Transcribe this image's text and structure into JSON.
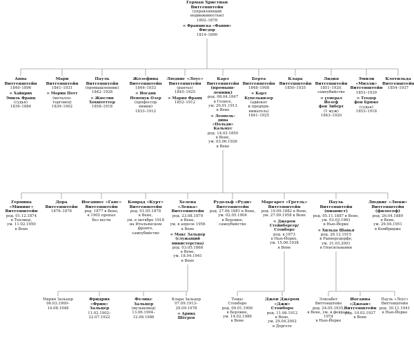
{
  "people": {
    "root": {
      "name": [
        "Герман Христиан",
        "Витгенштейн"
      ],
      "lines": [
        "(управляющий",
        "недвижимостью)",
        "1802–1878"
      ],
      "spouse": [
        "∞ Франциска «Фанни»",
        "Фигдор"
      ],
      "spouse_lines": [
        "1814–1890"
      ]
    },
    "anna": {
      "name": [
        "Анна",
        "Витгенштейн"
      ],
      "lines": [
        "1840–1896"
      ],
      "spouse": [
        "∞ Хайнрих",
        "Эмиль Франц"
      ],
      "spouse_lines": [
        "(судья)",
        "1839–1884"
      ]
    },
    "mari": {
      "name": [
        "Мари",
        "Витгенштейн"
      ],
      "lines": [
        "1841–1931"
      ],
      "spouse": [
        "∞ Мориц Потт"
      ],
      "spouse_lines": [
        "(металло-",
        "торговец)",
        "1839–1902"
      ]
    },
    "paul1": {
      "name": [
        "Пауль",
        "Витгенштейн"
      ],
      "lines": [
        "(промышленник)",
        "1842–1928"
      ],
      "spouse": [
        "∞ Жюстин",
        "Хохштеттер"
      ],
      "spouse_lines": [
        "1858–1918"
      ]
    },
    "josefina": {
      "name": [
        "Жозефина",
        "Витгенштейн"
      ],
      "lines": [
        "1844–1933"
      ],
      "spouse": [
        "∞ Иоганн",
        "Непомук Озер"
      ],
      "spouse_lines": [
        "(профессор",
        "химии)",
        "1833–1912"
      ]
    },
    "ludwig1": {
      "name": [
        "Людвиг «Лоус»",
        "Витгенштейн"
      ],
      "lines": [
        "(рантье)",
        "1845–1925"
      ],
      "spouse": [
        "∞ Мария Франц"
      ],
      "spouse_lines": [
        "1852–1912"
      ]
    },
    "karl": {
      "name": [
        "Карл",
        "Витгенштейн",
        "(промыш-",
        "ленник)"
      ],
      "lines": [
        "род. 08.04.1847",
        "в Голисе,",
        "ум. 20.01.1913",
        "в Вене"
      ],
      "spouse": [
        "∞ Леополь-",
        "дина",
        "«Польди»",
        "Кальмус"
      ],
      "spouse_lines": [
        "род. 14.03.1850",
        "в Вене,",
        "ум. 03.06.1926",
        "в Вене"
      ]
    },
    "berta": {
      "name": [
        "Берта",
        "Витгенштейн"
      ],
      "lines": [
        "1848–1908"
      ],
      "spouse": [
        "∞ Карл",
        "Купельвизер"
      ],
      "spouse_lines": [
        "(адвокат",
        "и предпри-",
        "ниматель)",
        "1841–1925"
      ]
    },
    "klara1": {
      "name": [
        "Клара",
        "Витгенштейн"
      ],
      "lines": [
        "1850–1935"
      ],
      "spouse": [],
      "spouse_lines": []
    },
    "lidia": {
      "name": [
        "Лидия",
        "Витгенштейн"
      ],
      "lines": [
        "1851–1920,",
        "самоубийство"
      ],
      "spouse": [
        "∞ генерал",
        "Йозеф",
        "фон Зиберт"
      ],
      "spouse_lines": [
        "(1 муж)",
        "1843–1920"
      ]
    },
    "emilie": {
      "name": [
        "Эмили",
        "«Милли»",
        "Витгенштейн"
      ],
      "lines": [
        "1853–1939"
      ],
      "spouse": [
        "∞ Теодор",
        "фон Брюке"
      ],
      "spouse_lines": [
        "(судья)",
        "1853–1918"
      ]
    },
    "klotilda": {
      "name": [
        "Клотильда",
        "Витгенштейн"
      ],
      "lines": [
        "1854–1937"
      ],
      "spouse": [],
      "spouse_lines": []
    },
    "hermine": {
      "name": [
        "Гермина",
        "«Мининг»",
        "Витгенштейн"
      ],
      "lines": [
        "род. 01.12.1874",
        "в Теплице,",
        "ум. 11.02.1950",
        "в Вене"
      ],
      "spouse": [],
      "spouse_lines": []
    },
    "dora": {
      "name": [
        "Дора",
        "Витгенштейн"
      ],
      "lines": [
        "1876–1876"
      ],
      "spouse": [],
      "spouse_lines": []
    },
    "hans": {
      "name": [
        "Иоганнес «Ганс»",
        "Витгенштейн"
      ],
      "lines": [
        "род. 1877 в Вене,",
        "в 1902 пропал",
        "без вести"
      ],
      "spouse": [],
      "spouse_lines": []
    },
    "kurt": {
      "name": [
        "Конрад «Курт»",
        "Витгенштейн"
      ],
      "lines": [
        "род. 01.05.1878",
        "в Вене,",
        "ум. в октябре 1918",
        "на Итальянском",
        "фронте,",
        "самоубийство"
      ],
      "spouse": [],
      "spouse_lines": []
    },
    "helena": {
      "name": [
        "Хелена",
        "«Ленка»",
        "Витгенштейн"
      ],
      "lines": [
        "род. 23.08.1879",
        "в Вене,",
        "ум. в апреле 1956",
        "в Вене"
      ],
      "spouse": [
        "∞ Макс Зальцер",
        "(служащий",
        "министерства)"
      ],
      "spouse_lines": [
        "род. 03.05.1868",
        "в Вене,",
        "ум. 18.04.1941",
        "в Вене"
      ]
    },
    "rudolf": {
      "name": [
        "Рудольф «Руди»",
        "Витгенштейн"
      ],
      "lines": [
        "род. 27.06.1881 в Вене,",
        "ум. 02.05.1904",
        "в Берлине,",
        "самоубийство"
      ],
      "spouse": [],
      "spouse_lines": []
    },
    "margaret": {
      "name": [
        "Маргарет «Гретль»",
        "Витгенштейн"
      ],
      "lines": [
        "род. 19.09.1882 в Вене,",
        "ум. 27.09.1958 в Вене"
      ],
      "spouse": [
        "∞ Джером",
        "Стейнбергер/",
        "Стонборо"
      ],
      "spouse_lines": [
        "род. в 1873",
        "в Нью-Йорке,",
        "ум. 15.06.1938",
        "в Вене"
      ]
    },
    "paul2": {
      "name": [
        "Пауль",
        "Витгенштейн",
        "(пианист)"
      ],
      "lines": [
        "род. 05.11.1887 в Вене,",
        "ум. 03.03.1961",
        "в Нью-Йорке"
      ],
      "spouse": [
        "∞ Хильда Шанья"
      ],
      "spouse_lines": [
        "род. 26.12.1915",
        "в Раннерсдорфе,",
        "ум. 31.03.2001",
        "в Пенсильвании"
      ]
    },
    "ludwig2": {
      "name": [
        "Людвиг «Люки»",
        "Витгенштейн",
        "(философ)"
      ],
      "lines": [
        "род. 26.04.1889",
        "в Вене,",
        "ум. 29.04.1951",
        "в Кембридже"
      ],
      "spouse": [],
      "spouse_lines": []
    },
    "maria_s": {
      "name": [],
      "lines": [
        "Мария Зальцер",
        "06.03.1900–",
        "14.08.1948"
      ],
      "spouse": [],
      "spouse_lines": []
    },
    "fritz": {
      "name": [
        "Фридрих",
        "«Фриц»",
        "Зальцер"
      ],
      "lines": [
        "11.02.1902–",
        "22.07.1922"
      ],
      "spouse": [],
      "spouse_lines": []
    },
    "felix": {
      "name": [
        "Феликс",
        "Зальцер"
      ],
      "lines": [
        "(музыковед)",
        "13.06.1904–",
        "12.08.1986"
      ],
      "spouse": [],
      "spouse_lines": []
    },
    "klara2": {
      "name": [],
      "lines": [
        "Клара Зальцер",
        "07.09.1913–",
        "29.09.1978"
      ],
      "spouse": [
        "∞ Арвид",
        "Шёгрен"
      ],
      "spouse_lines": []
    },
    "thomas": {
      "name": [],
      "lines": [
        "Томас",
        "Стонборо",
        "род. 09.01.1906",
        "в Берлине,",
        "ум. 14.02.1986",
        "в Вене"
      ],
      "spouse": [],
      "spouse_lines": []
    },
    "jerome": {
      "name": [
        "Джон Джером",
        "«Джи»",
        "Стонборо"
      ],
      "lines": [
        "род. 11.06.1912",
        "в Вене,",
        "ум. 29.04.2002",
        "в Доргете"
      ],
      "spouse": [],
      "spouse_lines": []
    },
    "elisabeth": {
      "name": [],
      "lines": [
        "Элизабет",
        "Витгенштейн",
        "род. 24.05.1935,",
        "в Вене, ум. в феврале 1974",
        "в Нью-Йорке"
      ],
      "spouse": [],
      "spouse_lines": []
    },
    "johanna": {
      "name": [
        "Иоганна",
        "«Джоан»",
        "Витгенштейн"
      ],
      "lines": [
        "род. 10.03.1937",
        "в Вене"
      ],
      "spouse": [],
      "spouse_lines": []
    },
    "paul3": {
      "name": [],
      "lines": [
        "Пауль «Лоус»",
        "Витгенштейн",
        "род. 30.11.1941",
        "в Нью-Йорке"
      ],
      "spouse": [],
      "spouse_lines": []
    }
  },
  "colors": {
    "line": "#9a9a9a",
    "text": "#222222",
    "background": "#ffffff"
  }
}
